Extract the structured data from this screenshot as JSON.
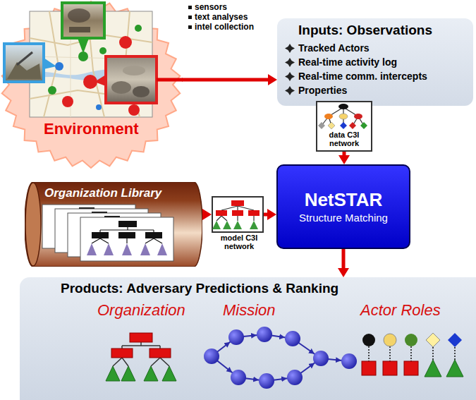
{
  "diagram": {
    "nodes": [
      {
        "text": [
          "Environment"
        ]
      },
      {
        "text": [
          "Inputs: Observations",
          "Tracked Actors",
          "Real-time activity log",
          "Real-time comm. intercepts",
          "Properties"
        ]
      },
      {
        "text": [
          "data C3I network"
        ]
      },
      {
        "text": [
          "Organization Library"
        ]
      },
      {
        "text": [
          "model C3I network"
        ]
      },
      {
        "text": [
          "NetSTAR",
          "Structure Matching"
        ]
      },
      {
        "text": [
          "Products: Adversary Predictions & Ranking",
          "Organization",
          "Mission",
          "Actor Roles"
        ]
      }
    ],
    "edges": [
      {
        "from": 0,
        "to": 1,
        "arrow": "to"
      },
      {
        "from": 2,
        "to": 5,
        "arrow": "to"
      },
      {
        "from": 3,
        "to": 4,
        "arrow": "to"
      },
      {
        "from": 4,
        "to": 5,
        "arrow": "to"
      },
      {
        "from": 5,
        "to": 6,
        "arrow": "to"
      }
    ],
    "labels": [
      "sensors",
      "text analyses",
      "intel collection"
    ]
  }
}
